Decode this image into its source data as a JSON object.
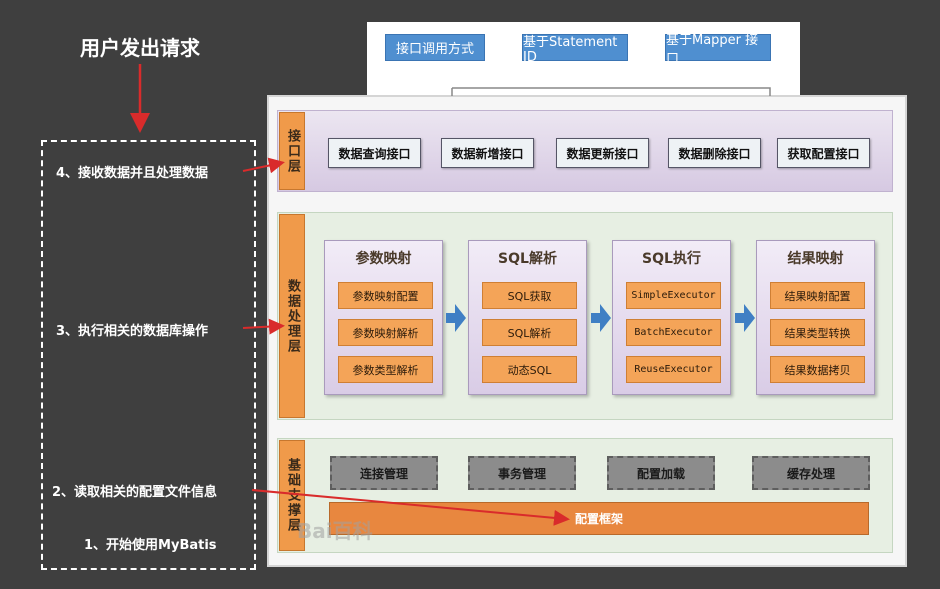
{
  "title": "用户发出请求",
  "side_steps": [
    "4、接收数据并且处理数据",
    "3、执行相关的数据库操作",
    "2、读取相关的配置文件信息",
    "1、开始使用MyBatis"
  ],
  "api_modes": [
    "接口调用方式",
    "基于Statement ID",
    "基于Mapper 接口"
  ],
  "interface_layer": {
    "tag": "接口层",
    "buttons": [
      "数据查询接口",
      "数据新增接口",
      "数据更新接口",
      "数据删除接口",
      "获取配置接口"
    ]
  },
  "processing_layer": {
    "tag": "数据处理层",
    "groups": [
      {
        "title": "参数映射",
        "items": [
          "参数映射配置",
          "参数映射解析",
          "参数类型解析"
        ]
      },
      {
        "title": "SQL解析",
        "items": [
          "SQL获取",
          "SQL解析",
          "动态SQL"
        ]
      },
      {
        "title": "SQL执行",
        "items": [
          "SimpleExecutor",
          "BatchExecutor",
          "ReuseExecutor"
        ]
      },
      {
        "title": "结果映射",
        "items": [
          "结果映射配置",
          "结果类型转换",
          "结果数据拷贝"
        ]
      }
    ]
  },
  "foundation_layer": {
    "tag": "基础支撑层",
    "buttons": [
      "连接管理",
      "事务管理",
      "配置加载",
      "缓存处理"
    ],
    "bar": "配置框架"
  },
  "watermark": "Bai百科",
  "colors": {
    "background": "#3f3f3f",
    "arrow_red": "#d92b2b",
    "arrow_blue": "#3f7fc4",
    "orange": "#f4a458"
  }
}
